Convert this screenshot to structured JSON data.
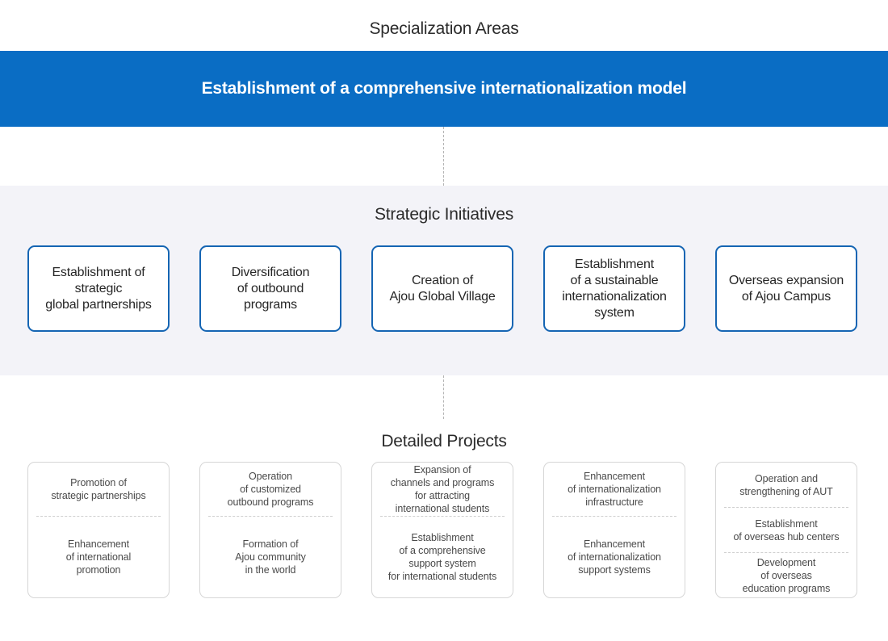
{
  "sections": {
    "specialization": {
      "title": "Specialization Areas",
      "model": "Establishment of a comprehensive internationalization model"
    },
    "strategic": {
      "title": "Strategic Initiatives",
      "items": [
        {
          "lines": [
            "Establishment of",
            "strategic",
            "global partnerships"
          ]
        },
        {
          "lines": [
            "Diversification",
            "of outbound",
            "programs"
          ]
        },
        {
          "lines": [
            "Creation of",
            "Ajou Global Village"
          ]
        },
        {
          "lines": [
            "Establishment",
            "of a sustainable",
            "internationalization",
            "system"
          ]
        },
        {
          "lines": [
            "Overseas expansion",
            "of Ajou Campus"
          ]
        }
      ]
    },
    "detailed": {
      "title": "Detailed Projects",
      "columns": [
        {
          "items": [
            {
              "lines": [
                "Promotion of",
                "strategic partnerships"
              ]
            },
            {
              "lines": [
                "Enhancement",
                "of international",
                "promotion"
              ]
            }
          ]
        },
        {
          "items": [
            {
              "lines": [
                "Operation",
                "of customized",
                "outbound programs"
              ]
            },
            {
              "lines": [
                "Formation of",
                "Ajou community",
                "in the world"
              ]
            }
          ]
        },
        {
          "items": [
            {
              "lines": [
                "Expansion of",
                "channels and programs",
                "for attracting",
                "international students"
              ]
            },
            {
              "lines": [
                "Establishment",
                "of a comprehensive",
                "support system",
                "for international students"
              ]
            }
          ]
        },
        {
          "items": [
            {
              "lines": [
                "Enhancement",
                "of internationalization",
                "infrastructure"
              ]
            },
            {
              "lines": [
                "Enhancement",
                "of internationalization",
                "support systems"
              ]
            }
          ]
        },
        {
          "items": [
            {
              "lines": [
                "Operation and",
                "strengthening of AUT"
              ]
            },
            {
              "lines": [
                "Establishment",
                "of overseas hub centers"
              ]
            },
            {
              "lines": [
                "Development",
                "of overseas",
                "education programs"
              ]
            }
          ]
        }
      ]
    }
  },
  "colors": {
    "brand_blue": "#0a6dc4",
    "box_border_blue": "#1565b3",
    "panel_background": "#f3f3f8",
    "detail_border": "#d6d6d6",
    "dashed_connector": "#b4b4b4",
    "text_dark": "#2b2b2b",
    "text_muted": "#4a4a4a"
  }
}
